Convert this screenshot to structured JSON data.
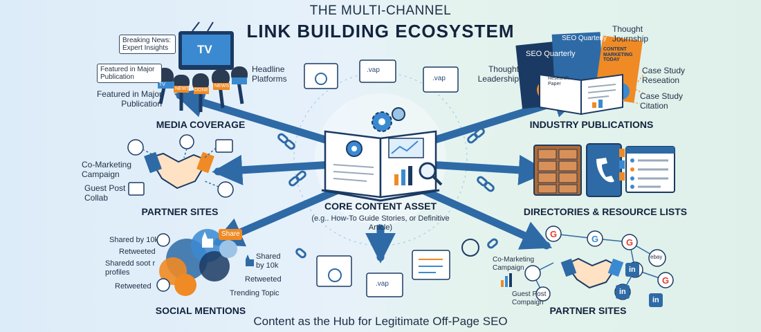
{
  "title": {
    "line1": "THE MULTI-CHANNEL",
    "line2": "LINK BUILDING ECOSYSTEM"
  },
  "footer": "Content as the Hub for Legitimate Off-Page SEO",
  "core": {
    "title": "CORE CONTENT ASSET",
    "subtitle": "(e.g.. How-To Guide Stories, or Definitive Article)"
  },
  "media": {
    "heading": "MEDIA COVERAGE",
    "tv": "TV",
    "tags": [
      "Breaking News: Expert Insights",
      "Featured in Major Publication"
    ],
    "labels": [
      "Featured in Major Publication",
      "Headline Platforms"
    ],
    "mics": [
      "TV",
      "NEWS",
      "DONE",
      "NEWS"
    ]
  },
  "industry": {
    "heading": "INDUSTRY PUBLICATIONS",
    "labels": [
      "Thought Journship",
      "Thought Leadership",
      "Case Study Reseation",
      "Case Study Citation"
    ],
    "mag_titles": [
      "SEO Quarterly",
      "SEO Quarterly",
      "CONTENT MARKETING TODAY",
      "Research Paper"
    ]
  },
  "partner_left": {
    "heading": "PARTNER SITES",
    "labels": [
      "Co-Marketing Campaign",
      "Guest Post Collab"
    ]
  },
  "directories": {
    "heading": "DIRECTORIES & RESOURCE LISTS"
  },
  "social": {
    "heading": "SOCIAL MENTIONS",
    "labels": [
      "Shared by 10k",
      "Retweeted",
      "Sharedd soot r profiles",
      "Retweeted",
      "Shared by 10k",
      "Retweeted",
      "Trending Topic"
    ],
    "share": "Share"
  },
  "partner_right": {
    "heading": "PARTNER SITES",
    "labels": [
      "Co-Marketing Campaign",
      "Guest Post Compaign"
    ],
    "badges": [
      "ebay",
      "in",
      "in",
      "in"
    ]
  },
  "windows": {
    "vap": ".vap"
  },
  "colors": {
    "arrow": "#2e6aa6",
    "navy": "#1b3a63",
    "orange": "#f08a24",
    "accent": "#3b8ad1"
  }
}
